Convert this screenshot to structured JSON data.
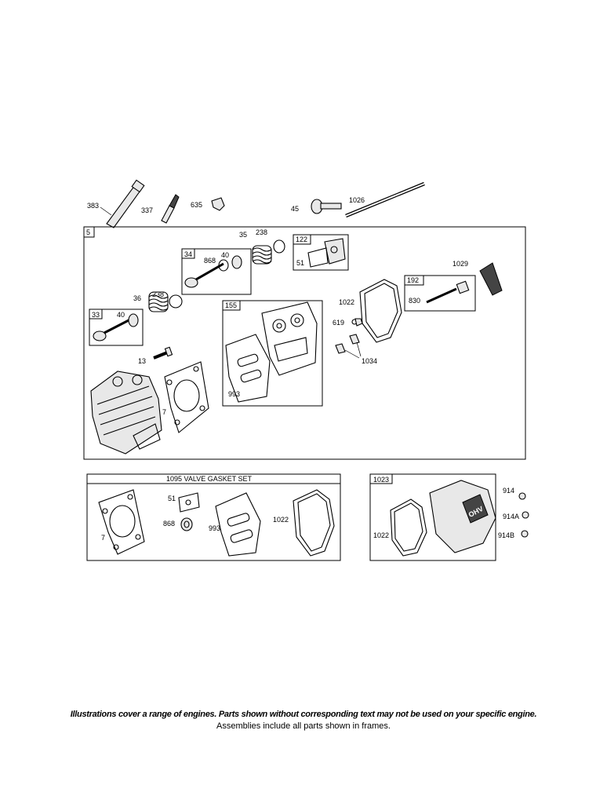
{
  "labels": {
    "p383": "383",
    "p337": "337",
    "p635": "635",
    "p45": "45",
    "p1026": "1026",
    "p5": "5",
    "p35": "35",
    "p238a": "238",
    "p122": "122",
    "p51a": "51",
    "p34": "34",
    "p868a": "868",
    "p40a": "40",
    "p1029": "1029",
    "p192": "192",
    "p830": "830",
    "p36": "36",
    "p238b": "238",
    "p33": "33",
    "p40b": "40",
    "p155": "155",
    "p1022a": "1022",
    "p619": "619",
    "p1034": "1034",
    "p13": "13",
    "p993a": "993",
    "p7a": "7",
    "p51b": "51",
    "p868b": "868",
    "p993b": "993",
    "p1022b": "1022",
    "p7b": "7",
    "p1023": "1023",
    "p914": "914",
    "p914A": "914A",
    "p914B": "914B",
    "p1022c": "1022"
  },
  "kit_title": "1095 VALVE GASKET SET",
  "cover_logo": "OHV",
  "footer": {
    "note1": "Illustrations cover a range of engines. Parts shown without corresponding text may not be used on your specific engine.",
    "note2": "Assemblies include all parts shown in frames."
  }
}
